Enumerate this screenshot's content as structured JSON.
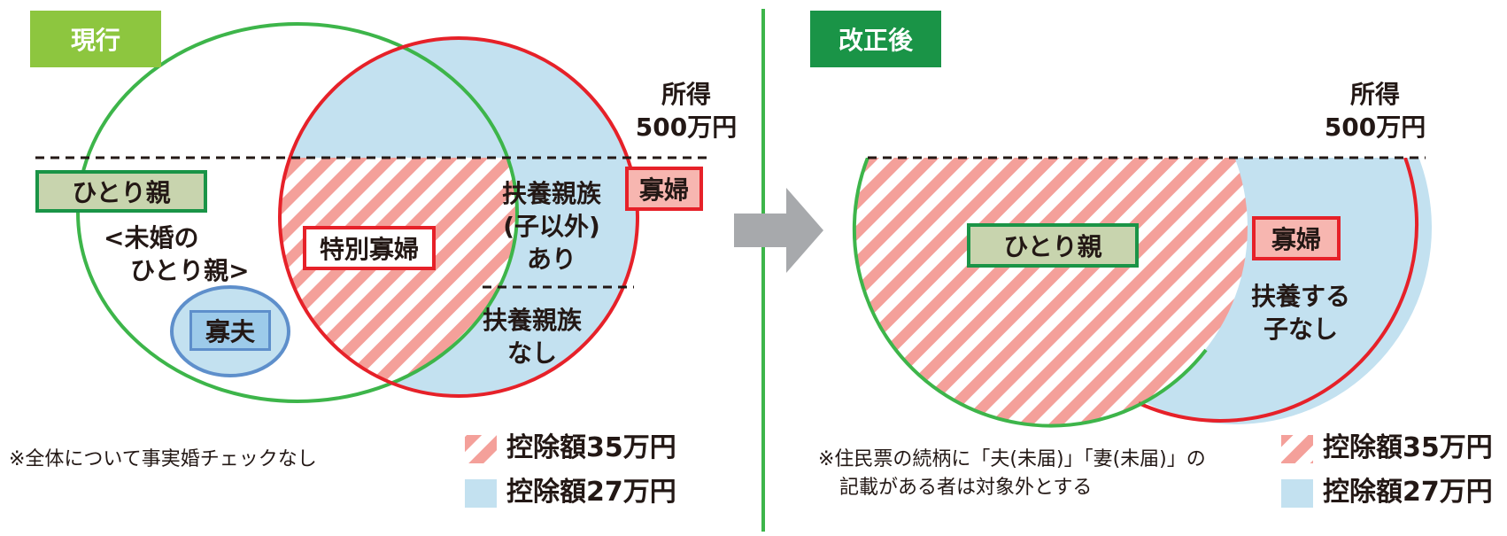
{
  "colors": {
    "green_light": "#8DC63F",
    "green_dark": "#1A9447",
    "circle_green": "#3DB54A",
    "circle_red": "#E62129",
    "fill_blue": "#C3E1F0",
    "hatch_pink": "#F4A09A",
    "single_parent_box_fill": "#C8D4AE",
    "widow_box_fill": "#F7B6B0",
    "widower_box_fill": "#9DCBEA",
    "widower_circle": "#5E8FCB",
    "arrow_gray": "#A7A9AC"
  },
  "left": {
    "tag": "現行",
    "income_line1": "所得",
    "income_line2": "500万円",
    "single_parent": "ひとり親",
    "unmarried_line1": "<未婚の",
    "unmarried_line2": "ひとり親>",
    "widower": "寡夫",
    "special_widow": "特別寡婦",
    "dependents_line1": "扶養親族",
    "dependents_line2": "(子以外)",
    "dependents_line3": "あり",
    "no_dependents_line1": "扶養親族",
    "no_dependents_line2": "なし",
    "widow": "寡婦",
    "note": "※全体について事実婚チェックなし"
  },
  "right": {
    "tag": "改正後",
    "income_line1": "所得",
    "income_line2": "500万円",
    "single_parent": "ひとり親",
    "widow": "寡婦",
    "no_child_line1": "扶養する",
    "no_child_line2": "子なし",
    "note_line1": "※住民票の続柄に「夫(未届)」「妻(未届)」の",
    "note_line2": "記載がある者は対象外とする"
  },
  "legend": {
    "hatched": "控除額35万円",
    "blue": "控除額27万円"
  },
  "icons": {
    "arrow": "right-arrow-icon"
  }
}
